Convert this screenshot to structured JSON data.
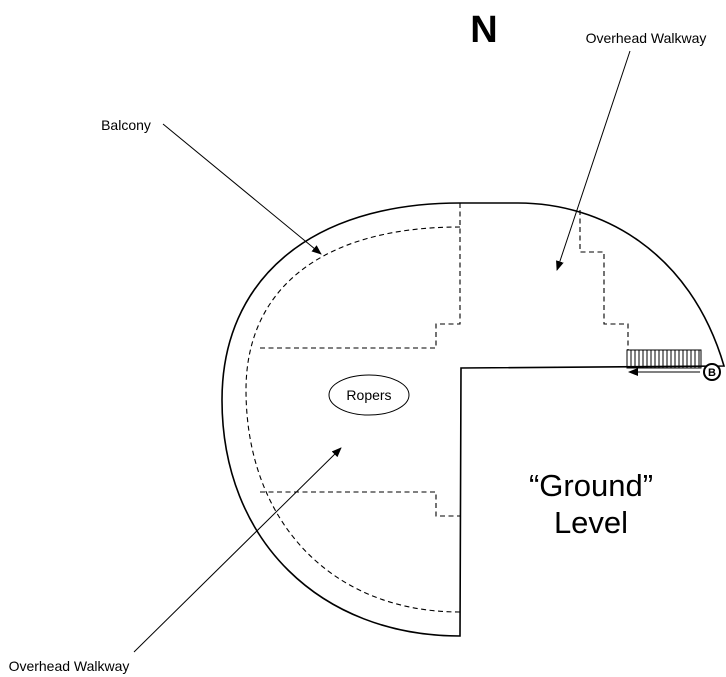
{
  "compass": {
    "north_label": "N"
  },
  "labels": {
    "overhead_walkway_top": "Overhead Walkway",
    "balcony": "Balcony",
    "ropers": "Ropers",
    "ground_line1": "“Ground”",
    "ground_line2": "Level",
    "overhead_walkway_bottom": "Overhead Walkway",
    "stair_marker": "B"
  }
}
